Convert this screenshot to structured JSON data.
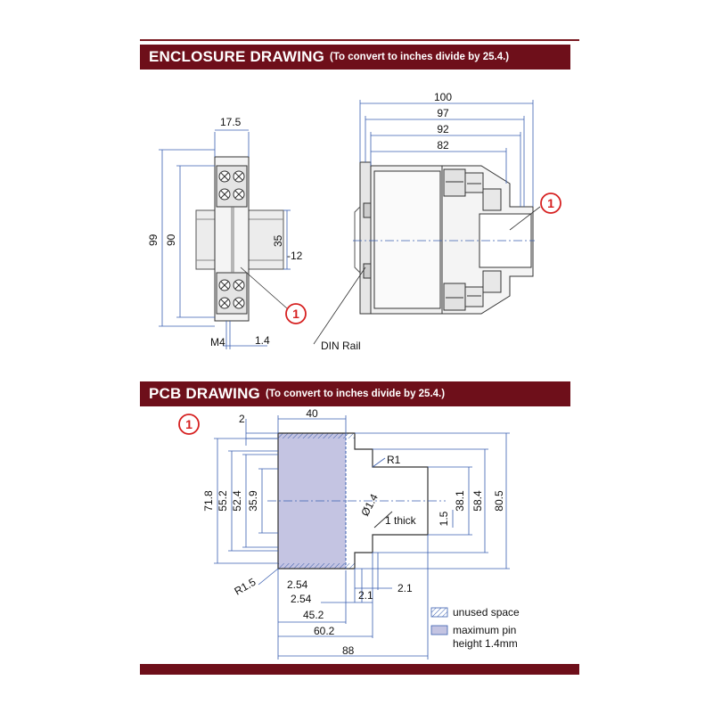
{
  "enclosure": {
    "title": "ENCLOSURE DRAWING",
    "subtitle": "(To convert to inches divide by 25.4.)",
    "dims": {
      "width_top": "17.5",
      "height_outer": "99",
      "height_inner": "90",
      "rail_height": "35",
      "rail_offset": "-12",
      "screw": "M4",
      "screw_gap": "1.4",
      "depth_100": "100",
      "depth_97": "97",
      "depth_92": "92",
      "depth_82": "82"
    },
    "din_rail_label": "DIN Rail",
    "callout": "1"
  },
  "pcb": {
    "title": "PCB DRAWING",
    "subtitle": "(To convert to inches divide by 25.4.)",
    "callout": "1",
    "dims": {
      "top_2": "2",
      "top_40": "40",
      "r1": "R1",
      "h_71_8": "71.8",
      "h_55_2": "55.2",
      "h_52_4": "52.4",
      "h_35_9": "35.9",
      "dia": "Ø1.4",
      "thick": "1 thick",
      "h_1_5": "1.5",
      "h_38_1": "38.1",
      "h_58_4": "58.4",
      "h_80_5": "80.5",
      "r1_5": "R1.5",
      "w_2_54a": "2.54",
      "w_2_54b": "2.54",
      "w_2_1a": "2.1",
      "w_2_1b": "2.1",
      "w_45_2": "45.2",
      "w_60_2": "60.2",
      "w_88": "88"
    },
    "legend": {
      "unused": "unused space",
      "max_pin_1": "maximum pin",
      "max_pin_2": "height 1.4mm"
    }
  },
  "colors": {
    "banner": "#6e0f1a",
    "dimension_line": "#3a5fb0",
    "callout_red": "#d62020",
    "pin_area": "#c4c4e2"
  }
}
